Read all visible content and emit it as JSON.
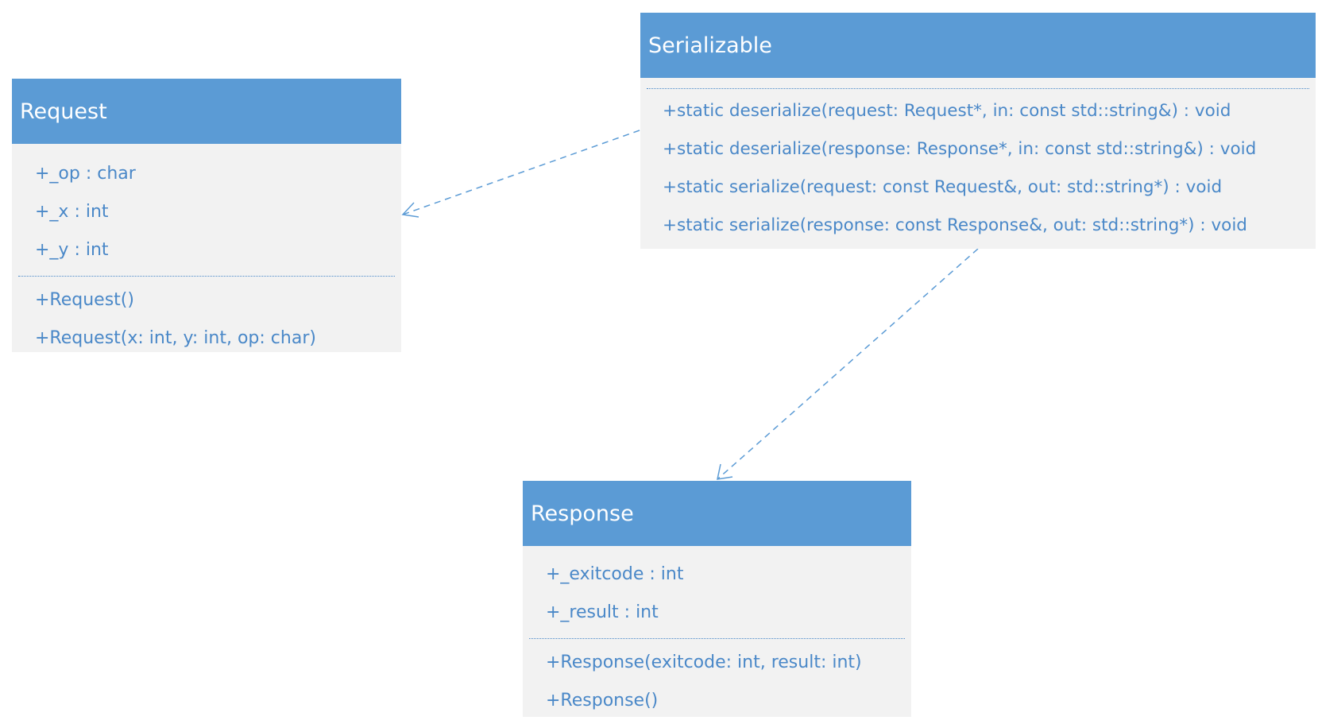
{
  "classes": {
    "request": {
      "name": "Request",
      "attributes": [
        "+_op : char",
        "+_x : int",
        "+_y : int"
      ],
      "operations": [
        "+Request()",
        "+Request(x: int, y: int, op: char)"
      ]
    },
    "serializable": {
      "name": "Serializable",
      "attributes": [],
      "operations": [
        "+static deserialize(request: Request*, in: const std::string&) : void",
        "+static deserialize(response: Response*, in: const std::string&) : void",
        "+static serialize(request: const Request&, out: std::string*) : void",
        "+static serialize(response: const Response&, out: std::string*) : void"
      ]
    },
    "response": {
      "name": "Response",
      "attributes": [
        "+_exitcode : int",
        "+_result : int"
      ],
      "operations": [
        "+Response(exitcode: int, result: int)",
        "+Response()"
      ]
    }
  },
  "relations": [
    {
      "from": "Serializable",
      "to": "Request",
      "type": "dependency",
      "style": "dashed-open-arrow"
    },
    {
      "from": "Serializable",
      "to": "Response",
      "type": "dependency",
      "style": "dashed-open-arrow"
    }
  ],
  "colors": {
    "header": "#5b9bd5",
    "body": "#f2f2f2",
    "text": "#4a88c8",
    "connector": "#5b9bd5"
  }
}
